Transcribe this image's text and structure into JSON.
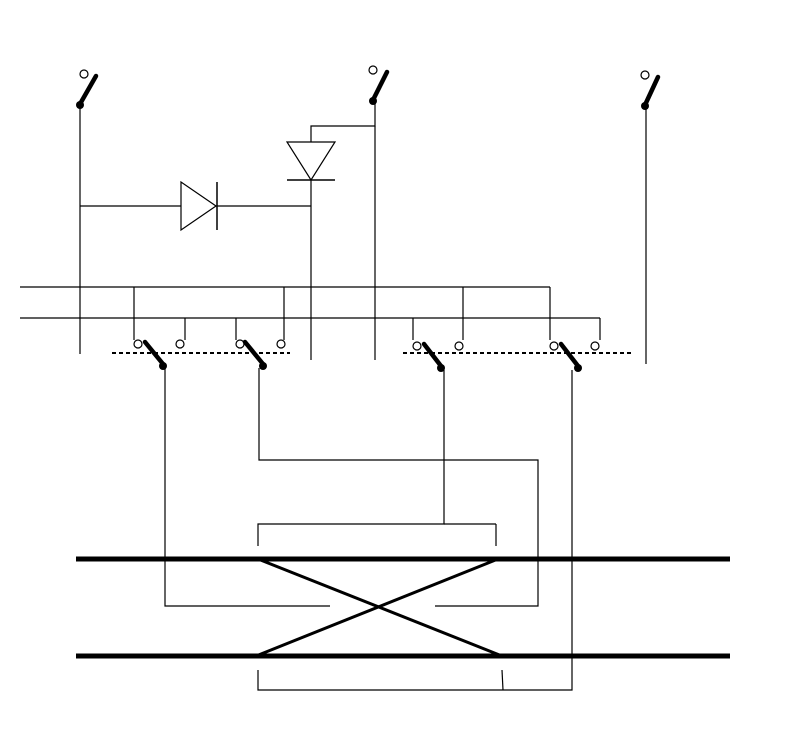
{
  "diagram": {
    "kind": "track-crossover-control-schematic",
    "colors": {
      "ink": "#000000",
      "background": "#ffffff"
    },
    "components": {
      "push_switches": 3,
      "diodes": 2,
      "point_switches": 4,
      "bus_lines": 2,
      "tracks": 2,
      "crossover_tracks": 2
    }
  }
}
